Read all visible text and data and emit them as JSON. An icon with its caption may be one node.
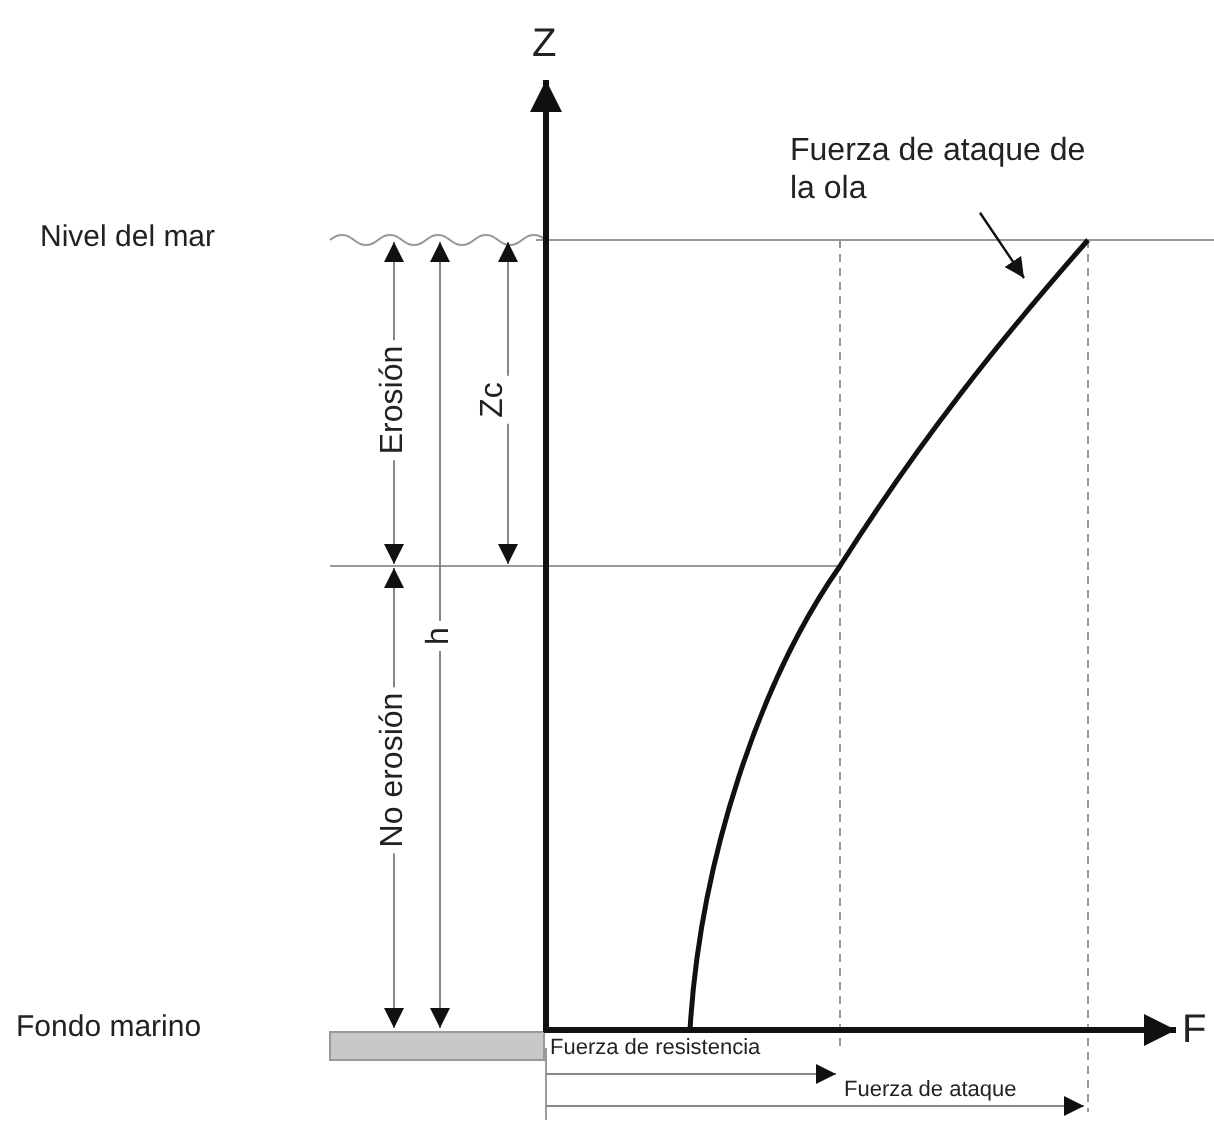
{
  "diagram": {
    "nodes": [
      {
        "text": [
          "Fuerza de ataque de la ola"
        ]
      },
      {
        "text": [],
        "shape": "curve"
      },
      {
        "text": [],
        "shape": "bar"
      }
    ],
    "edges": [
      {
        "from": 0,
        "to": 1,
        "arrow": "to"
      }
    ],
    "labels": [
      "Z",
      "Nivel del mar",
      "Erosión",
      "Zc",
      "h",
      "No erosión",
      "Fondo marino",
      "F",
      "Fuerza de resistencia",
      "Fuerza de ataque"
    ]
  }
}
